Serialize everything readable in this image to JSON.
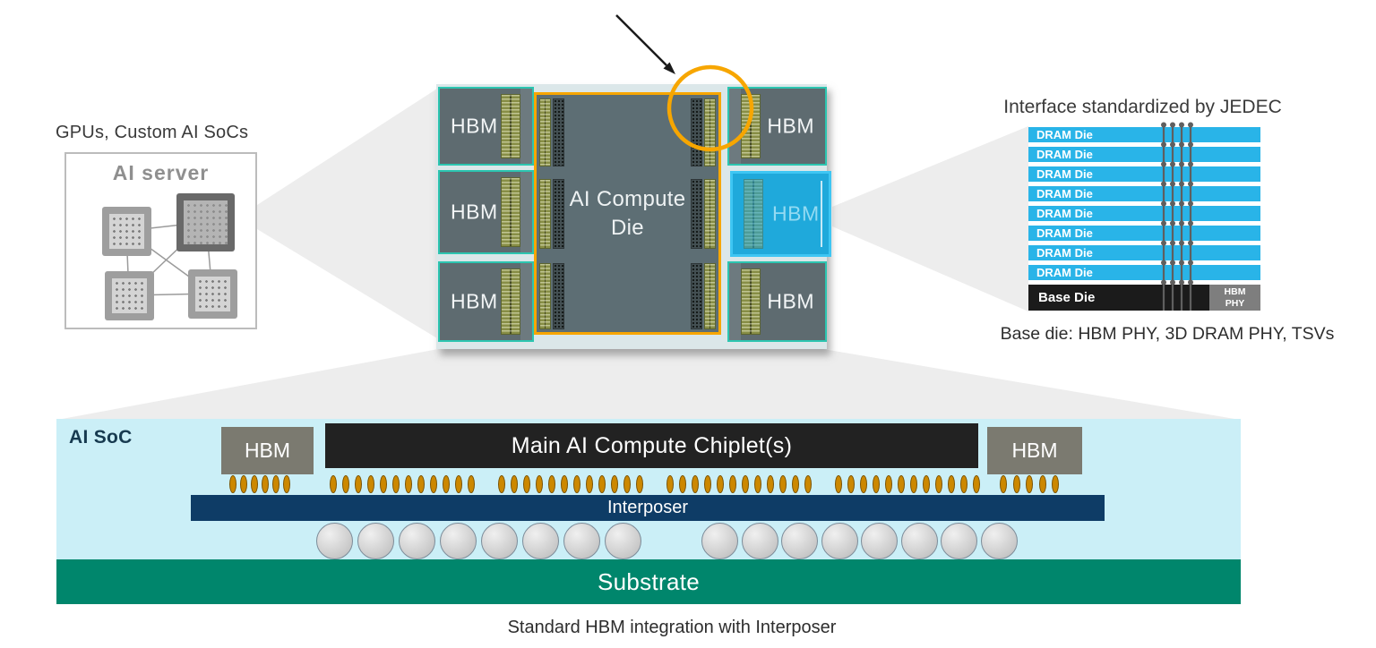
{
  "colors": {
    "accent_orange": "#F7A600",
    "hbm_teal_border": "#2CC5B0",
    "dram_cyan": "#29B4E8",
    "highlight_blue": "#1FA9DB",
    "substrate_green": "#00866C",
    "interposer_navy": "#0E3C66",
    "soc_background": "#CBEFF7",
    "bump_orange": "#CC8800",
    "die_slate": "#5D6E74"
  },
  "server_panel": {
    "title": "GPUs, Custom AI SoCs",
    "box_label": "AI server"
  },
  "chip_diagram": {
    "hbm_label": "HBM",
    "die_label_line1": "AI Compute",
    "die_label_line2": "Die"
  },
  "hbm_stack": {
    "title": "Interface standardized by JEDEC",
    "dram_dies": [
      "DRAM Die",
      "DRAM Die",
      "DRAM Die",
      "DRAM Die",
      "DRAM Die",
      "DRAM Die",
      "DRAM Die",
      "DRAM Die"
    ],
    "base_die_label": "Base Die",
    "phy_label_line1": "HBM",
    "phy_label_line2": "PHY",
    "caption": "Base die: HBM PHY, 3D DRAM PHY, TSVs"
  },
  "cross_section": {
    "soc_label": "AI SoC",
    "hbm_label": "HBM",
    "chiplet_label": "Main AI Compute Chiplet(s)",
    "interposer_label": "Interposer",
    "substrate_label": "Substrate",
    "caption": "Standard HBM integration with Interposer"
  }
}
